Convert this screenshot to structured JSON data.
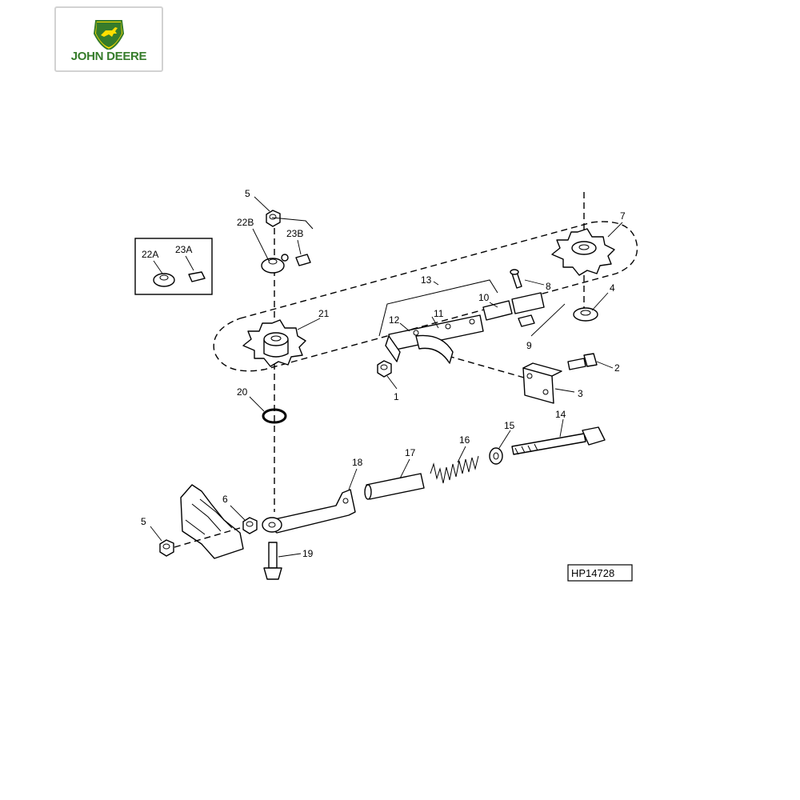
{
  "logo": {
    "brand_text": "JOHN DEERE",
    "brand_green": "#367c2b",
    "brand_yellow": "#ffde00",
    "icon": "deer-logo-icon"
  },
  "diagram": {
    "reference_code": "HP14728",
    "inset_labels": [
      "22A",
      "23A"
    ],
    "callouts": [
      {
        "id": "c1",
        "label": "1"
      },
      {
        "id": "c2",
        "label": "2"
      },
      {
        "id": "c3",
        "label": "3"
      },
      {
        "id": "c4",
        "label": "4"
      },
      {
        "id": "c5a",
        "label": "5"
      },
      {
        "id": "c5b",
        "label": "5"
      },
      {
        "id": "c6",
        "label": "6"
      },
      {
        "id": "c7",
        "label": "7"
      },
      {
        "id": "c8",
        "label": "8"
      },
      {
        "id": "c9",
        "label": "9"
      },
      {
        "id": "c10",
        "label": "10"
      },
      {
        "id": "c11",
        "label": "11"
      },
      {
        "id": "c12",
        "label": "12"
      },
      {
        "id": "c13",
        "label": "13"
      },
      {
        "id": "c14",
        "label": "14"
      },
      {
        "id": "c15",
        "label": "15"
      },
      {
        "id": "c16",
        "label": "16"
      },
      {
        "id": "c17",
        "label": "17"
      },
      {
        "id": "c18",
        "label": "18"
      },
      {
        "id": "c19",
        "label": "19"
      },
      {
        "id": "c20",
        "label": "20"
      },
      {
        "id": "c21",
        "label": "21"
      },
      {
        "id": "c22b",
        "label": "22B"
      },
      {
        "id": "c23b",
        "label": "23B"
      }
    ]
  }
}
